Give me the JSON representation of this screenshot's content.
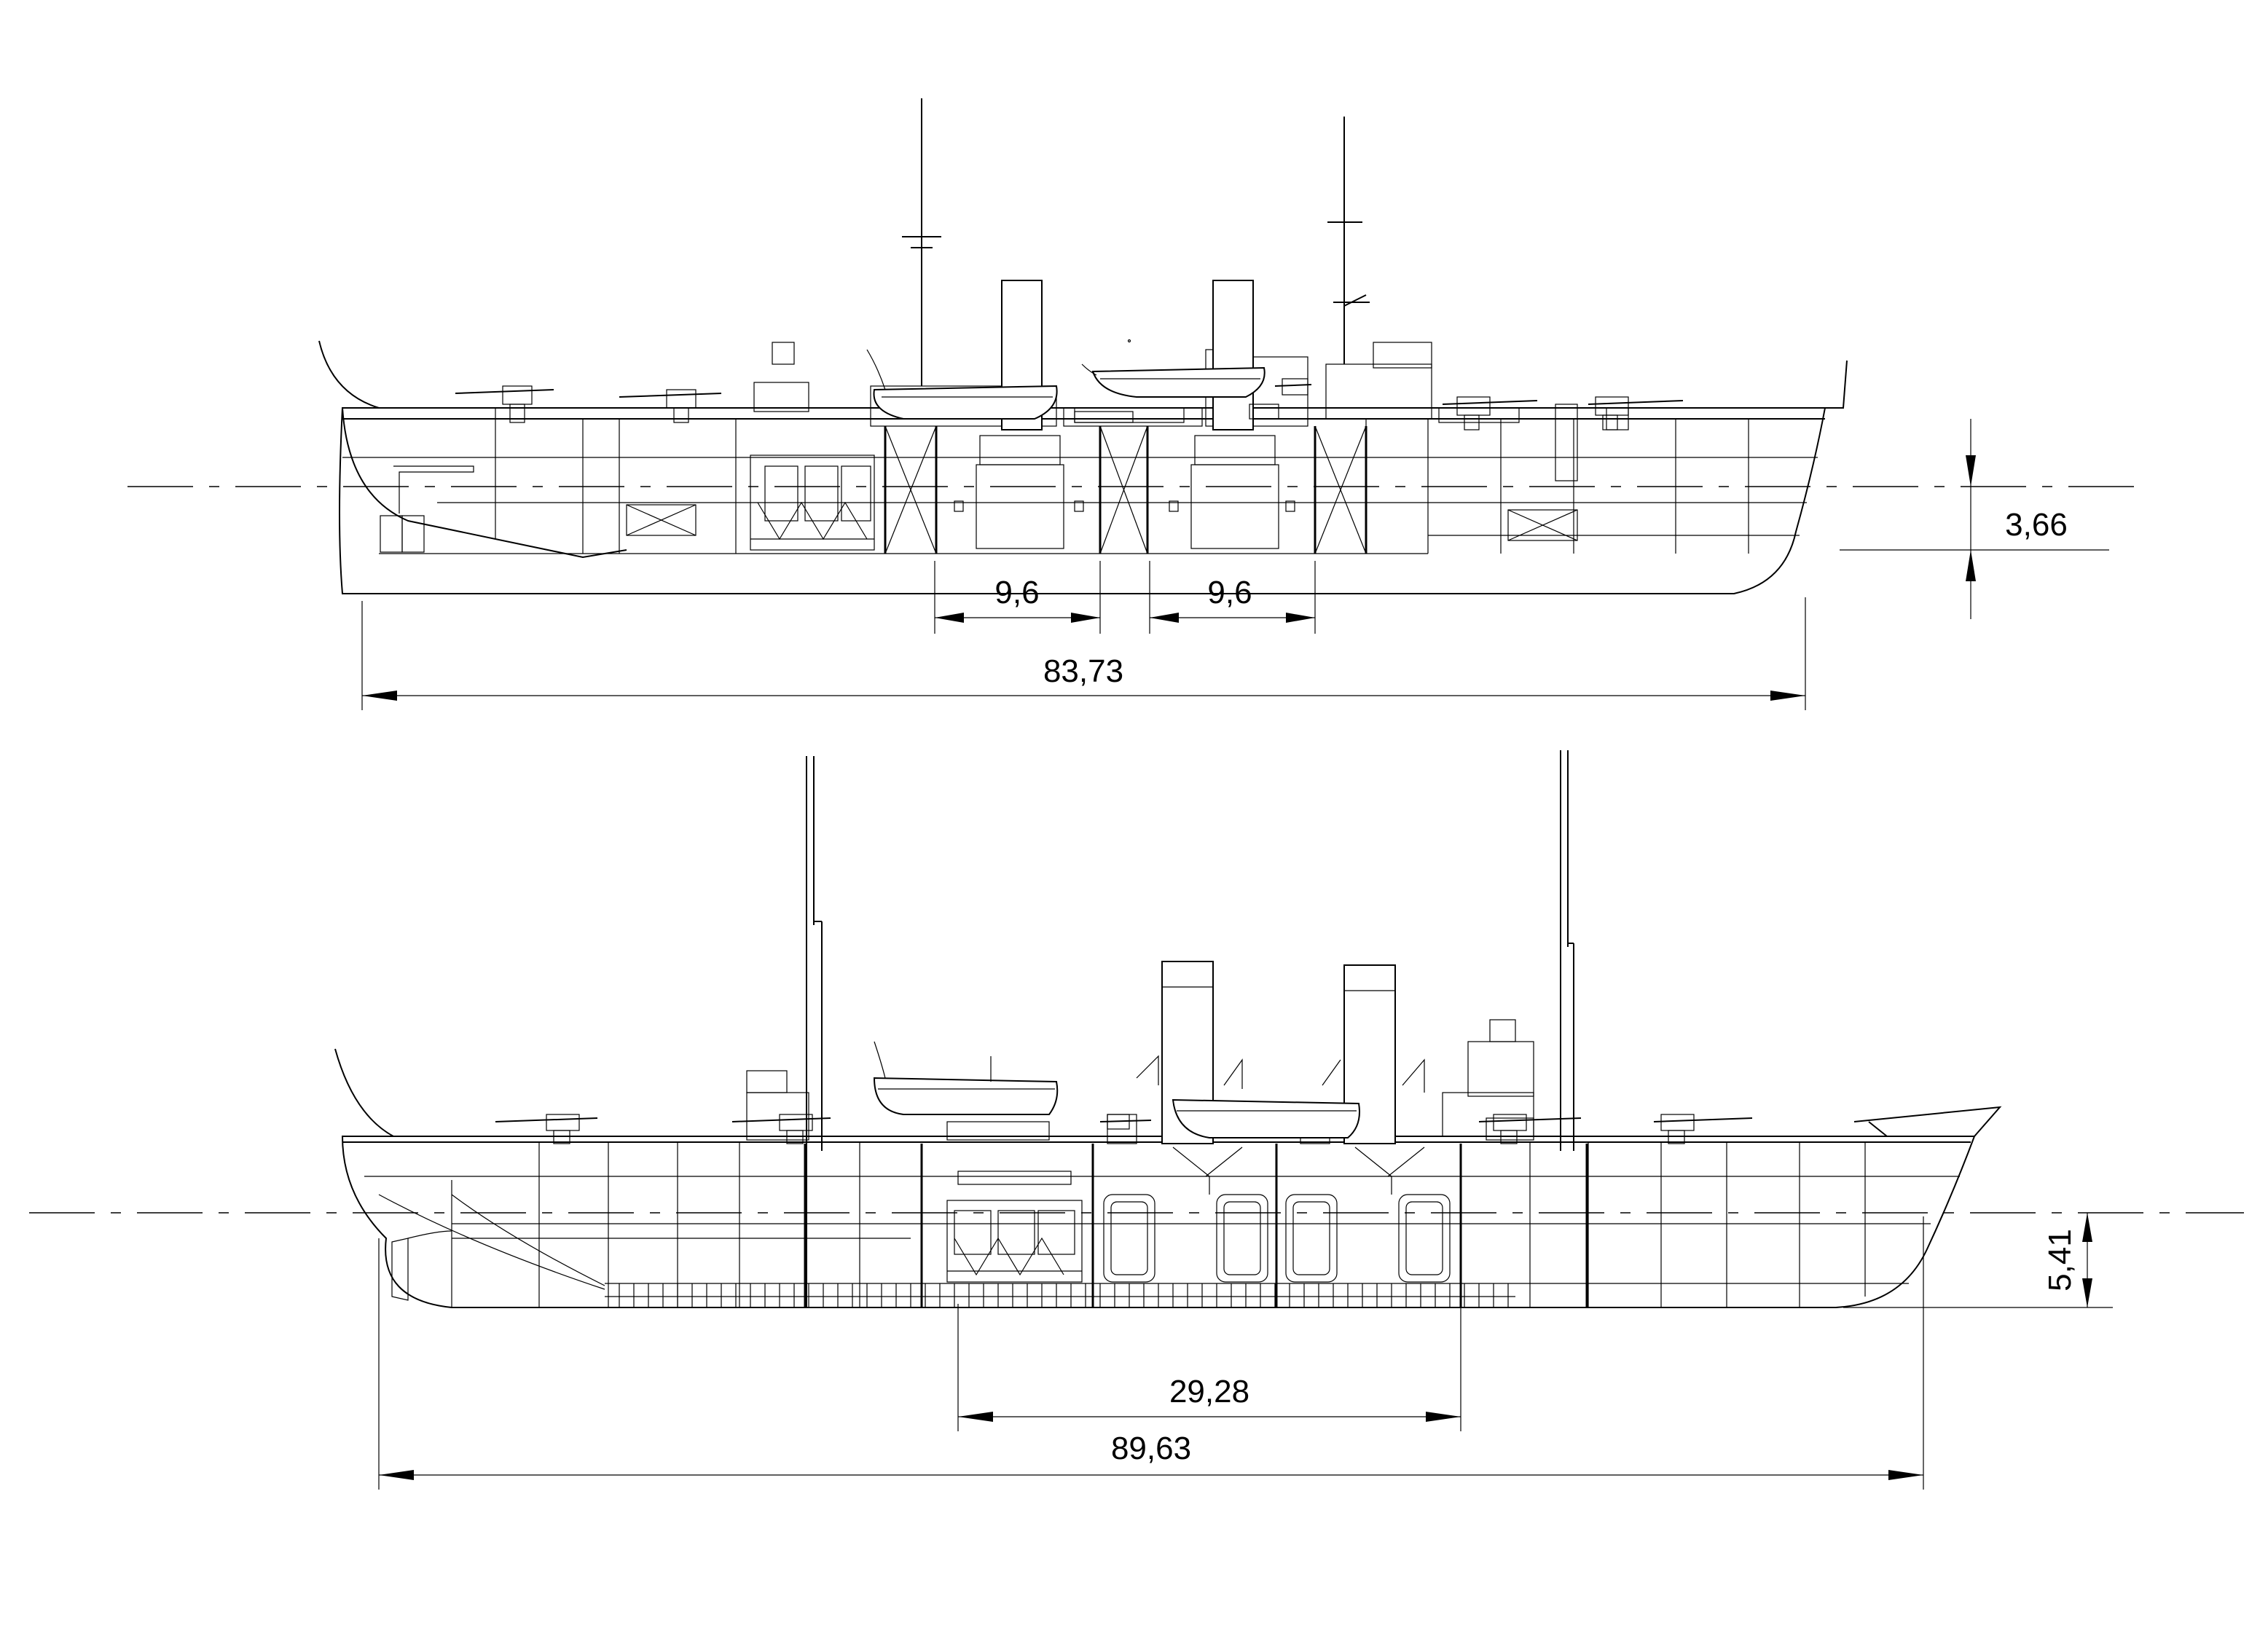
{
  "top_view": {
    "dimensions": {
      "waterline_to_keel": "3,66",
      "compartment_a": "9,6",
      "compartment_b": "9,6",
      "overall_length": "83,73"
    }
  },
  "bottom_view": {
    "dimensions": {
      "waterline_to_keel": "5,41",
      "machinery_length": "29,28",
      "overall_length": "89,63"
    }
  }
}
